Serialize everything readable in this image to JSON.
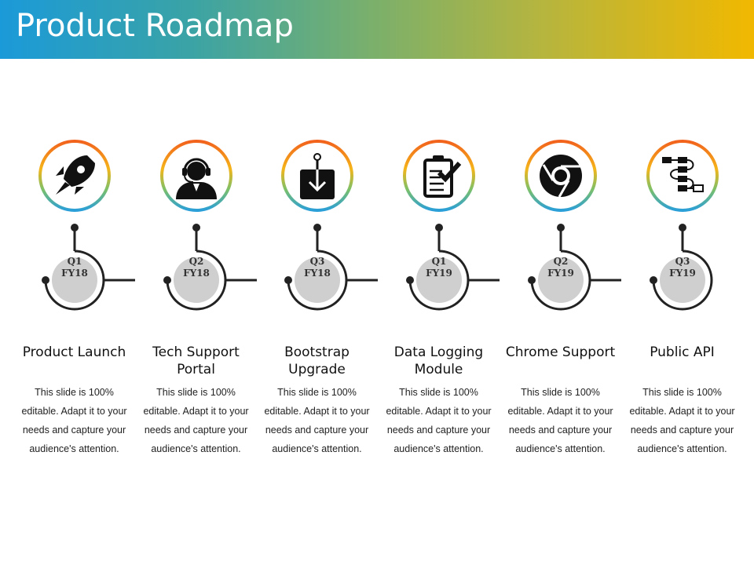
{
  "title": "Product Roadmap",
  "items": [
    {
      "quarter": "Q1",
      "fy": "FY18",
      "title": "Product Launch",
      "desc": "This slide is 100% editable. Adapt it to your needs and capture your audience's attention.",
      "icon": "rocket-icon"
    },
    {
      "quarter": "Q2",
      "fy": "FY18",
      "title": "Tech Support Portal",
      "desc": "This slide is 100% editable. Adapt it to your needs and capture your audience's attention.",
      "icon": "headset-support-icon"
    },
    {
      "quarter": "Q3",
      "fy": "FY18",
      "title": "Bootstrap Upgrade",
      "desc": "This slide is 100% editable. Adapt it to your needs and capture your audience's attention.",
      "icon": "download-box-icon"
    },
    {
      "quarter": "Q1",
      "fy": "FY19",
      "title": "Data Logging Module",
      "desc": "This slide is 100% editable. Adapt it to your needs and capture your audience's attention.",
      "icon": "clipboard-check-icon"
    },
    {
      "quarter": "Q2",
      "fy": "FY19",
      "title": "Chrome Support",
      "desc": "This slide is 100% editable. Adapt it to your needs and capture your audience's attention.",
      "icon": "chrome-icon"
    },
    {
      "quarter": "Q3",
      "fy": "FY19",
      "title": "Public API",
      "desc": "This slide is 100% editable. Adapt it to your needs and capture your audience's attention.",
      "icon": "flowchart-icon"
    }
  ],
  "colors": {
    "ring_gradient": [
      "#f2621c",
      "#f4b51a",
      "#7cc06a",
      "#2a9fd8"
    ],
    "badge_fill": "#cfcfcf",
    "connector": "#222222"
  }
}
